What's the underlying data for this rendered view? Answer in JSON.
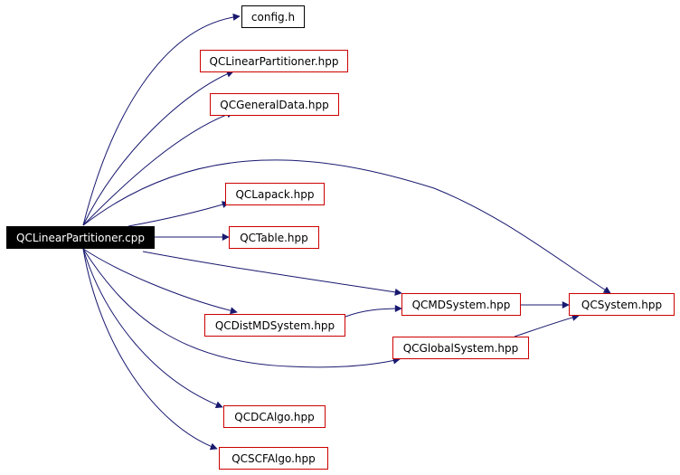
{
  "root": {
    "label": "QCLinearPartitioner.cpp"
  },
  "includes": [
    {
      "id": "config",
      "label": "config.h"
    },
    {
      "id": "linpart_hpp",
      "label": "QCLinearPartitioner.hpp"
    },
    {
      "id": "generaldata",
      "label": "QCGeneralData.hpp"
    },
    {
      "id": "lapack",
      "label": "QCLapack.hpp"
    },
    {
      "id": "table",
      "label": "QCTable.hpp"
    },
    {
      "id": "mdsystem",
      "label": "QCMDSystem.hpp"
    },
    {
      "id": "system",
      "label": "QCSystem.hpp"
    },
    {
      "id": "distmd",
      "label": "QCDistMDSystem.hpp"
    },
    {
      "id": "globalsys",
      "label": "QCGlobalSystem.hpp"
    },
    {
      "id": "dcalgo",
      "label": "QCDCAlgo.hpp"
    },
    {
      "id": "scfalgo",
      "label": "QCSCFAlgo.hpp"
    }
  ],
  "edges": [
    [
      "root",
      "config"
    ],
    [
      "root",
      "linpart_hpp"
    ],
    [
      "root",
      "generaldata"
    ],
    [
      "root",
      "system"
    ],
    [
      "root",
      "lapack"
    ],
    [
      "root",
      "table"
    ],
    [
      "root",
      "mdsystem"
    ],
    [
      "root",
      "distmd"
    ],
    [
      "root",
      "globalsys"
    ],
    [
      "root",
      "dcalgo"
    ],
    [
      "root",
      "scfalgo"
    ],
    [
      "mdsystem",
      "system"
    ],
    [
      "distmd",
      "mdsystem"
    ],
    [
      "globalsys",
      "system"
    ]
  ],
  "colors": {
    "edge": "#191970",
    "node_border": "#cc0000",
    "root_fill": "#000000"
  }
}
